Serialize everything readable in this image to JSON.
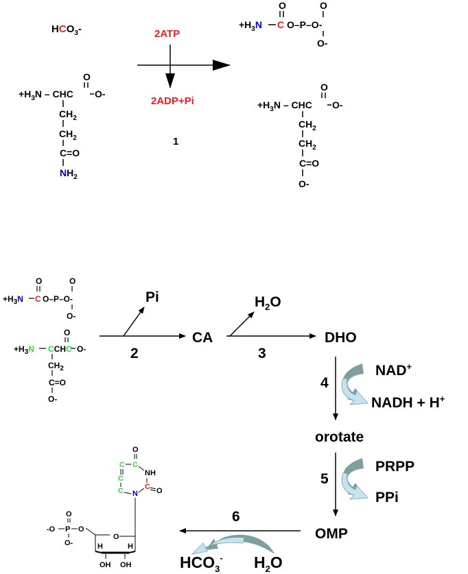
{
  "colors": {
    "red": "#ee1c24",
    "blue": "#0000dd",
    "green": "#33dd33",
    "curve_dark": "#7f9ea0",
    "curve_light": "#c6e4ef"
  },
  "reaction1": {
    "bicarbonate": {
      "pre": "H",
      "c": "C",
      "post": "O",
      "sub": "3",
      "charge": "-"
    },
    "cofactor_in": "2ATP",
    "cofactor_out": "2ADP+Pi",
    "step": "1",
    "glutamine": {
      "line1_prefix": "+",
      "line1_h": "H",
      "line1_sub": "3",
      "line1_rest": "N – CHC",
      "line1_end": "O-",
      "o_top": "O",
      "ch2_a": "CH",
      "ch2_b": "CH",
      "sub2": "2",
      "co": "C=O",
      "n": "N",
      "h2": "H",
      "sub_nh2": "2"
    },
    "carbamoyl_phosphate": {
      "h3": "+H",
      "sub": "3",
      "n": "N",
      "c": "C",
      "rest": "O–P–O-",
      "o_top": "O",
      "p_top": "O",
      "o_bottom": "O-"
    },
    "glutamate": {
      "line1": "+H",
      "sub": "3",
      "rest": "N – CHC",
      "end": "O-",
      "o_top": "O",
      "ch2": "CH",
      "sub2": "2",
      "co": "C=O",
      "o_bottom": "O-"
    }
  },
  "pathway": {
    "cp_small": {
      "h3": "+H",
      "sub": "3",
      "n": "N",
      "c": "C",
      "rest": "O–P–O-",
      "o_top": "O",
      "p_top": "O",
      "o_bottom": "O-"
    },
    "asp_small": {
      "h3": "+H",
      "sub": "3",
      "n": "N",
      "c": "CH",
      "c2": "C",
      "end": "O-",
      "o_top": "O",
      "ch2": "CH",
      "sub2": "2",
      "co": "C=O",
      "o_bottom": "O-"
    },
    "step2": "2",
    "pi": "Pi",
    "ca": "CA",
    "step3": "3",
    "h2o_out": {
      "h": "H",
      "sub": "2",
      "o": "O"
    },
    "dho": "DHO",
    "step4": "4",
    "nad": "NAD",
    "nad_sup": "+",
    "nadh": "NADH + H",
    "nadh_sup": "+",
    "orotate": "orotate",
    "step5": "5",
    "prpp": "PRPP",
    "ppi": "PPi",
    "omp": "OMP",
    "step6": "6",
    "hco3": "HCO",
    "hco3_sub": "3",
    "hco3_sup": "-",
    "h2o_in": {
      "h": "H",
      "sub": "2",
      "o": "O"
    },
    "ump": {
      "o_top": "O",
      "c1": "C",
      "c2": "C",
      "nh": "NH",
      "c3": "C",
      "c4": "C",
      "n": "N",
      "c5": "C",
      "o_right": "O",
      "phos_left": "-O",
      "p": "P",
      "o_link": "O",
      "p_top": "O",
      "p_bottom": "O-",
      "ring_o": "O",
      "h1": "H",
      "h2": "H",
      "oh1": "OH",
      "oh2": "OH"
    }
  }
}
